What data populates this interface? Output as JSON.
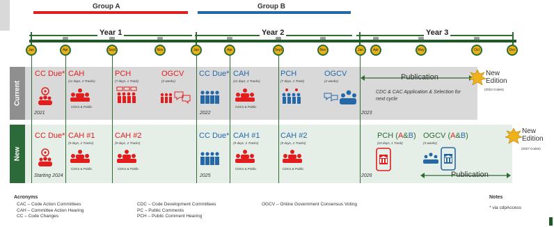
{
  "groups": [
    {
      "label": "Group A",
      "color": "#e21d1d"
    },
    {
      "label": "Group B",
      "color": "#2468a8"
    }
  ],
  "years": [
    {
      "label": "Year 1"
    },
    {
      "label": "Year 2"
    },
    {
      "label": "Year 3"
    }
  ],
  "months": [
    "Jan",
    "Apr",
    "Sept",
    "Nov",
    "Jan",
    "Apr",
    "Sept",
    "Nov",
    "Jan",
    "Apr",
    "May",
    "Oct",
    "Dec"
  ],
  "rows": {
    "current": "Current",
    "new": "New"
  },
  "current": {
    "year_2021": "2021",
    "year_2022": "2022",
    "year_2023": "2023",
    "a_cc_due": "CC Due*",
    "a_cah": "CAH",
    "a_cah_sub": "(11 days, 2 Tracks)",
    "a_cah_cap": "CDCs & Public",
    "a_pch": "PCH",
    "a_pch_sub": "(7 days, 1 Track)",
    "a_ogcv": "OGCV",
    "a_ogcv_sub": "(2 weeks)",
    "b_cc_due": "CC Due*",
    "b_cah": "CAH",
    "b_cah_sub": "(11 days, 2 Tracks)",
    "b_cah_cap": "CDCs & Public",
    "b_pch": "PCH",
    "b_pch_sub": "(7 days, 1 Track)",
    "b_ogcv": "OGCV",
    "b_ogcv_sub": "(2 weeks)",
    "publication": "Publication",
    "cdc_text": "CDC & CAC Application & Selection for next cycle",
    "edition": "New Edition",
    "edition_sub": "(2024 Codes)"
  },
  "new": {
    "starting": "Starting 2024",
    "year_2025": "2025",
    "year_2026": "2026",
    "a_cc_due": "CC Due*",
    "a_cah1": "CAH #1",
    "a_cah1_sub": "(9 days, 2 Tracks)",
    "a_cah1_cap": "CDCs & Public",
    "a_cah2": "CAH #2",
    "a_cah2_sub": "(9 days, 2 Tracks)",
    "a_cah2_cap": "CDCs & Public",
    "b_cc_due": "CC Due*",
    "b_cah1": "CAH #1",
    "b_cah1_sub": "(9 days, 2 Tracks)",
    "b_cah1_cap": "CDCs & Public",
    "b_cah2": "CAH #2",
    "b_cah2_sub": "(9 days, 2 Tracks)",
    "b_cah2_cap": "CDCs & Public",
    "pch_prefix": "PCH (",
    "pch_a": "A",
    "pch_amp": "&",
    "pch_b": "B",
    "pch_suffix": ")",
    "pch_sub": "(10 days, 1 Track)",
    "ogcv_prefix": "OGCV (",
    "ogcv_a": "A",
    "ogcv_amp": "&",
    "ogcv_b": "B",
    "ogcv_suffix": ")",
    "ogcv_sub": "(3 weeks)",
    "publication": "Publication",
    "edition": "New Edition",
    "edition_sub": "(2027 Codes)"
  },
  "acronyms": {
    "title": "Acronyms",
    "col1": [
      "CAC – Code Action Committees",
      "CAH – Committee Action Hearing",
      "CC – Code Changes"
    ],
    "col2": [
      "CDC – Code Development Committees",
      "PC – Public Comments",
      "PCH – Public Comment Hearing"
    ],
    "col3": [
      "OGCV – Online Government Consensus Voting"
    ]
  },
  "notes": {
    "title": "Notes",
    "text": "* via cdpAccess"
  }
}
